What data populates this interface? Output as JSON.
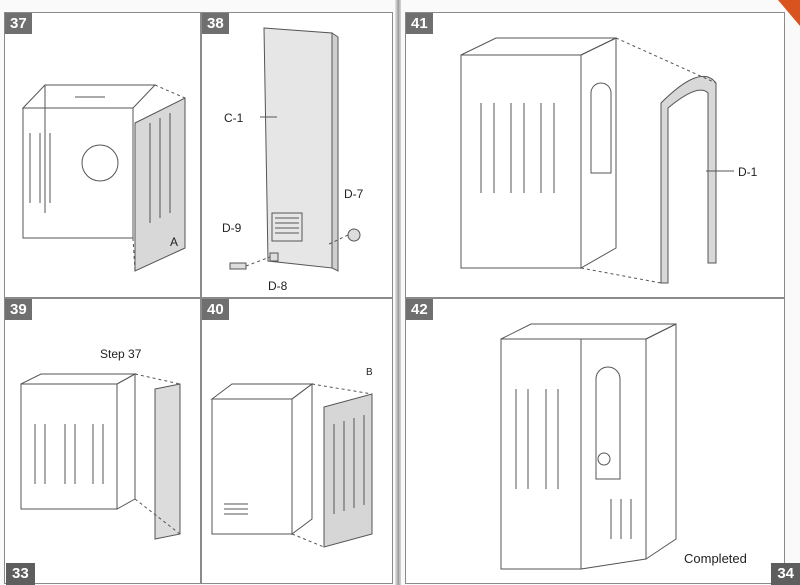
{
  "left_page": {
    "page_number": "33",
    "steps": [
      {
        "number": "37",
        "labels": [
          "A"
        ]
      },
      {
        "number": "38",
        "labels": [
          "C-1",
          "D-7",
          "D-9",
          "D-8"
        ]
      },
      {
        "number": "39",
        "labels": [
          "Step 37"
        ]
      },
      {
        "number": "40",
        "labels": [
          "B"
        ]
      }
    ]
  },
  "right_page": {
    "page_number": "34",
    "steps": [
      {
        "number": "41",
        "labels": [
          "D-1"
        ]
      },
      {
        "number": "42",
        "labels": [
          "Completed"
        ]
      }
    ]
  },
  "colors": {
    "accent": "#d9531e",
    "badge": "#6f6f6f",
    "line": "#555555"
  }
}
